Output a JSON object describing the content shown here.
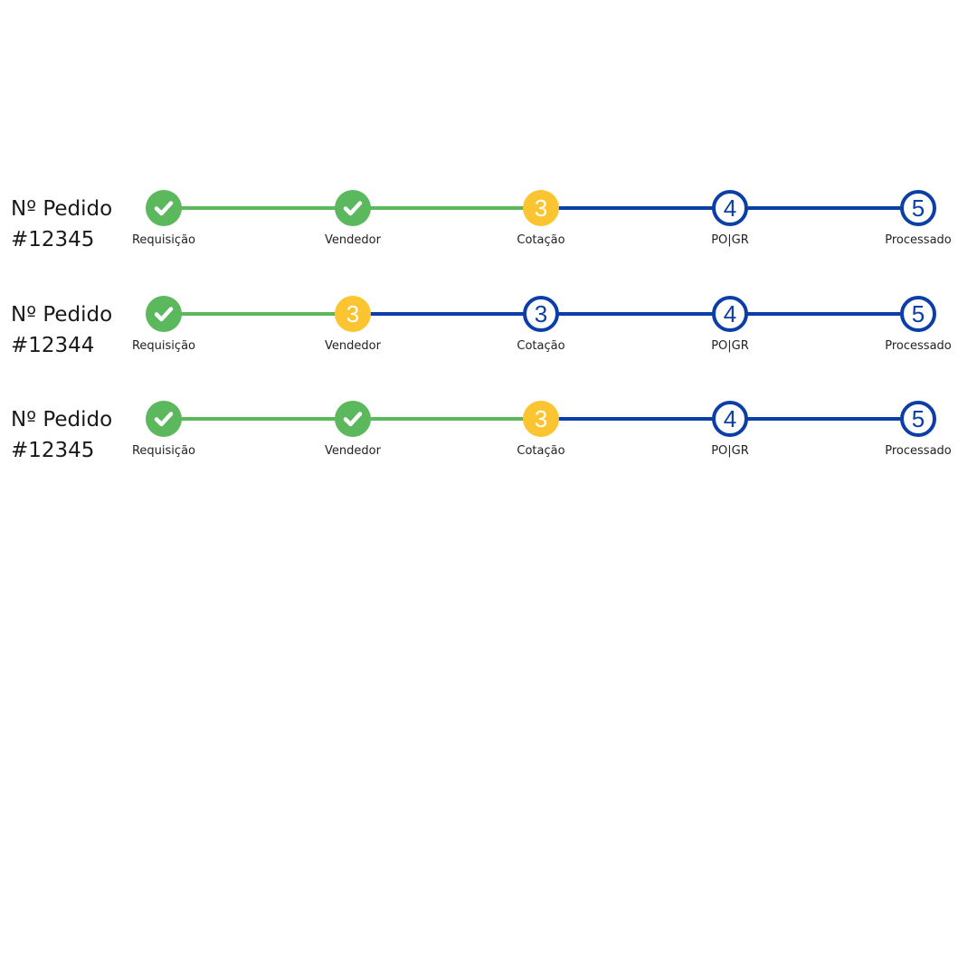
{
  "orders": [
    {
      "title": "Nº Pedido",
      "number": "#12345",
      "steps": [
        {
          "label": "Requisição",
          "status": "done",
          "icon": "check-icon"
        },
        {
          "label": "Vendedor",
          "status": "done",
          "icon": "check-icon"
        },
        {
          "label": "Cotação",
          "status": "current",
          "number": "3"
        },
        {
          "label": "PO|GR",
          "status": "pending",
          "number": "4"
        },
        {
          "label": "Processado",
          "status": "pending",
          "number": "5"
        }
      ]
    },
    {
      "title": "Nº Pedido",
      "number": "#12344",
      "steps": [
        {
          "label": "Requisição",
          "status": "done",
          "icon": "check-icon"
        },
        {
          "label": "Vendedor",
          "status": "current",
          "number": "3"
        },
        {
          "label": "Cotação",
          "status": "pending",
          "number": "3"
        },
        {
          "label": "PO|GR",
          "status": "pending",
          "number": "4"
        },
        {
          "label": "Processado",
          "status": "pending",
          "number": "5"
        }
      ]
    },
    {
      "title": "Nº Pedido",
      "number": "#12345",
      "steps": [
        {
          "label": "Requisição",
          "status": "done",
          "icon": "check-icon"
        },
        {
          "label": "Vendedor",
          "status": "done",
          "icon": "check-icon"
        },
        {
          "label": "Cotação",
          "status": "current",
          "number": "3"
        },
        {
          "label": "PO|GR",
          "status": "pending",
          "number": "4"
        },
        {
          "label": "Processado",
          "status": "pending",
          "number": "5"
        }
      ]
    }
  ],
  "colors": {
    "done": "#5cb85c",
    "current": "#fbc531",
    "pending": "#0b3ea6"
  }
}
